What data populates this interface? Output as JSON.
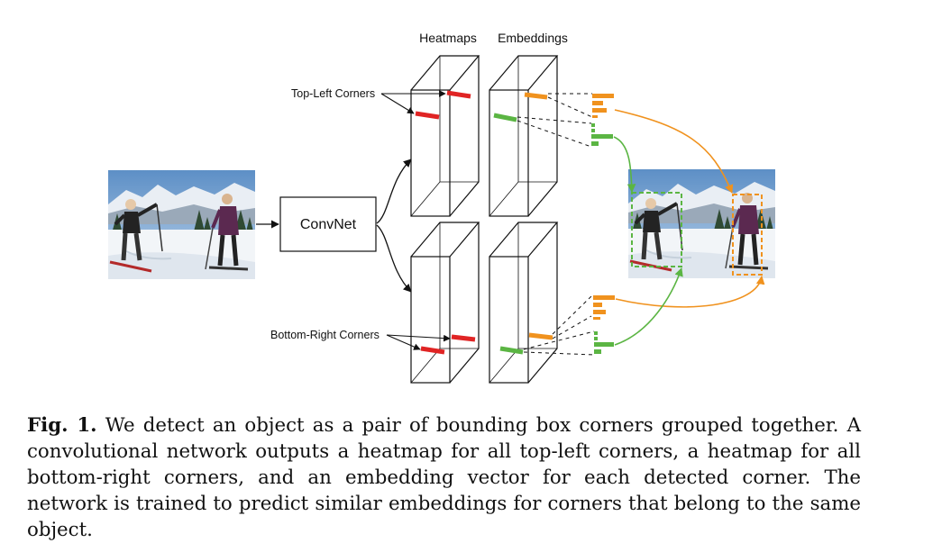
{
  "figure": {
    "column_labels": {
      "heatmaps": "Heatmaps",
      "embeddings": "Embeddings"
    },
    "convnet_label": "ConvNet",
    "top_left_label": "Top-Left Corners",
    "bottom_right_label": "Bottom-Right Corners",
    "colors": {
      "corner_red": "#e02424",
      "embed_orange": "#f0921e",
      "embed_green": "#5bb543",
      "line": "#111111"
    },
    "icons": [
      "ski-photo-input",
      "ski-photo-output"
    ]
  },
  "caption": {
    "label": "Fig. 1.",
    "text": "We detect an object as a pair of bounding box corners grouped together. A convolutional network outputs a heatmap for all top-left corners, a heatmap for all bottom-right corners, and an embedding vector for each detected corner. The network is trained to predict similar embeddings for corners that belong to the same object."
  }
}
